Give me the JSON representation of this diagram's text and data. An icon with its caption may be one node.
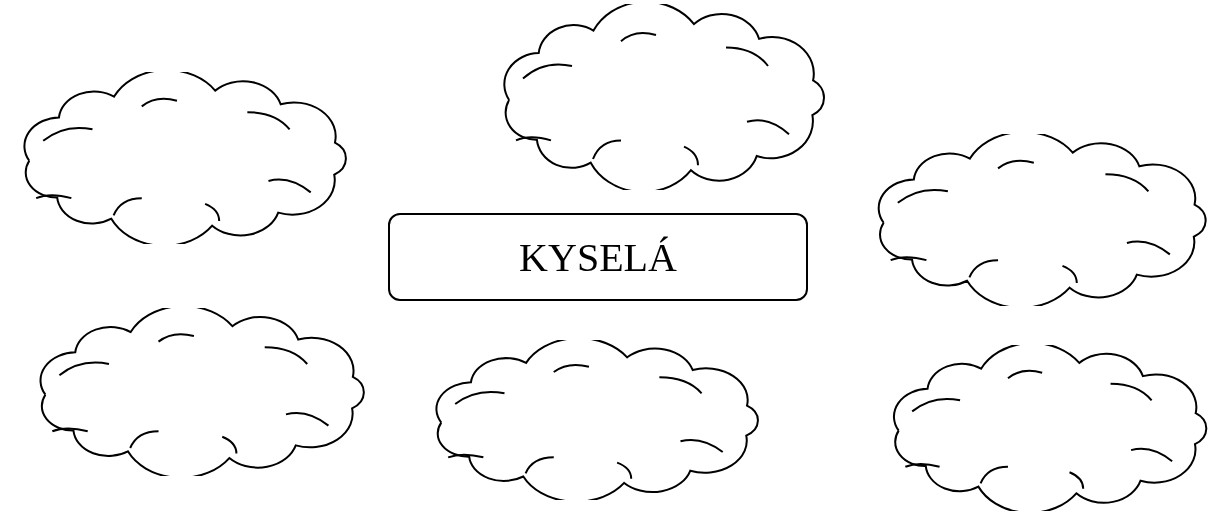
{
  "diagram": {
    "nodes": [
      {
        "text": [
          "KYSELÁ"
        ]
      },
      {
        "text": [],
        "shape": "cloud"
      },
      {
        "text": [],
        "shape": "cloud"
      },
      {
        "text": [],
        "shape": "cloud"
      },
      {
        "text": [],
        "shape": "cloud"
      },
      {
        "text": [],
        "shape": "cloud"
      },
      {
        "text": [],
        "shape": "cloud"
      }
    ]
  }
}
